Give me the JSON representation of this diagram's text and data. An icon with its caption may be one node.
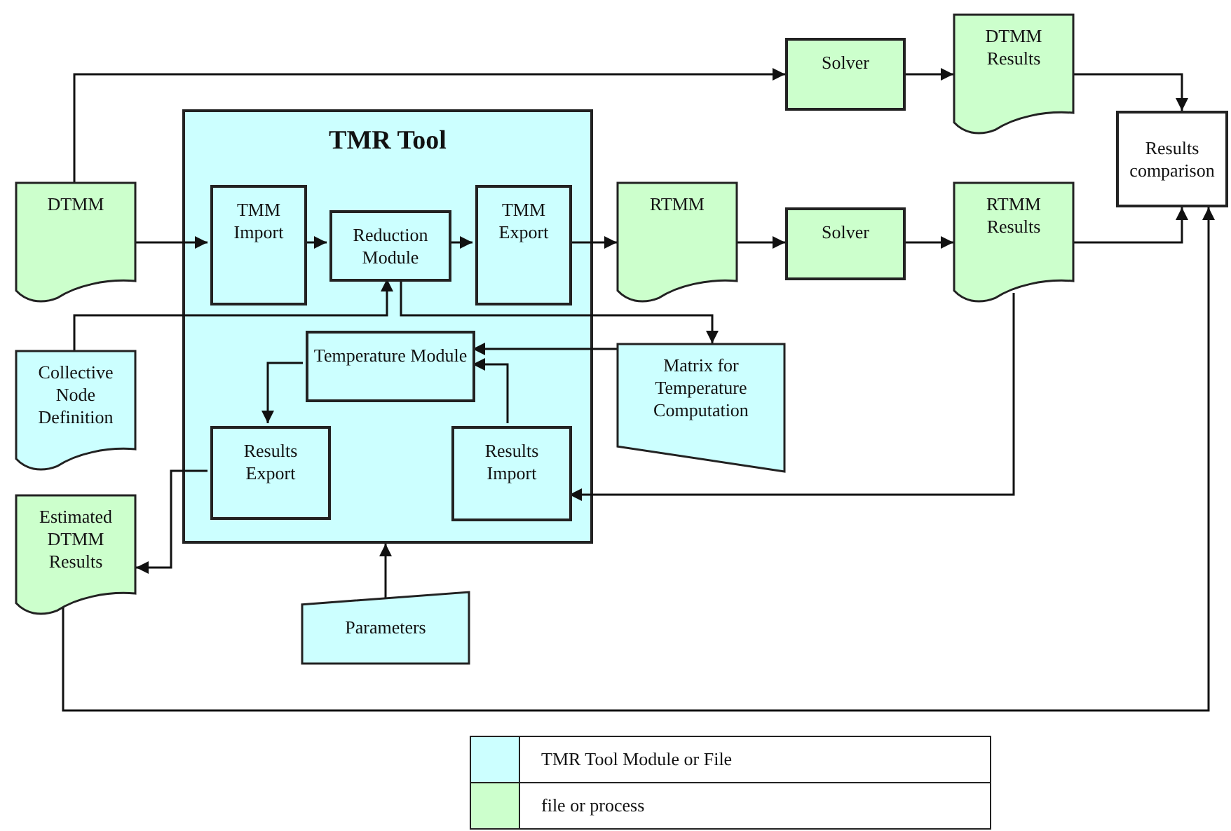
{
  "diagram": {
    "nodes": [
      {
        "text": [
          "TMR Tool"
        ]
      },
      {
        "text": [
          "DTMM"
        ]
      },
      {
        "text": [
          "TMM Import"
        ],
        "in": 0
      },
      {
        "text": [
          "Reduction Module"
        ],
        "in": 0
      },
      {
        "text": [
          "TMM Export"
        ],
        "in": 0
      },
      {
        "text": [
          "Temperature Module"
        ],
        "in": 0
      },
      {
        "text": [
          "Results Export"
        ],
        "in": 0
      },
      {
        "text": [
          "Results Import"
        ],
        "in": 0
      },
      {
        "text": [
          "Collective Node Definition"
        ]
      },
      {
        "text": [
          "Estimated DTMM Results"
        ]
      },
      {
        "text": [
          "Parameters"
        ]
      },
      {
        "text": [
          "RTMM"
        ]
      },
      {
        "text": [
          "Matrix for Temperature Computation"
        ]
      },
      {
        "text": [
          "Solver"
        ]
      },
      {
        "text": [
          "DTMM Results"
        ]
      },
      {
        "text": [
          "Solver"
        ]
      },
      {
        "text": [
          "RTMM Results"
        ]
      },
      {
        "text": [
          "Results comparison"
        ]
      }
    ],
    "edges": [
      {
        "from": 1,
        "to": 13,
        "arrow": "to"
      },
      {
        "from": 1,
        "to": 2,
        "arrow": "to"
      },
      {
        "from": 2,
        "to": 3,
        "arrow": "to"
      },
      {
        "from": 3,
        "to": 4,
        "arrow": "to"
      },
      {
        "from": 4,
        "to": 11,
        "arrow": "to"
      },
      {
        "from": 11,
        "to": 15,
        "arrow": "to"
      },
      {
        "from": 15,
        "to": 16,
        "arrow": "to"
      },
      {
        "from": 13,
        "to": 14,
        "arrow": "to"
      },
      {
        "from": 14,
        "to": 17,
        "arrow": "to"
      },
      {
        "from": 16,
        "to": 17,
        "arrow": "to"
      },
      {
        "from": 8,
        "to": 3,
        "arrow": "to"
      },
      {
        "from": 3,
        "to": 12,
        "arrow": "to"
      },
      {
        "from": 12,
        "to": 5,
        "arrow": "to"
      },
      {
        "from": 7,
        "to": 5,
        "arrow": "to"
      },
      {
        "from": 5,
        "to": 6,
        "arrow": "to"
      },
      {
        "from": 16,
        "to": 7,
        "arrow": "to"
      },
      {
        "from": 6,
        "to": 9,
        "arrow": "to"
      },
      {
        "from": 10,
        "to": 0,
        "arrow": "to"
      },
      {
        "from": 9,
        "to": 17,
        "arrow": "to"
      }
    ],
    "legend": [
      {
        "text": "TMR Tool Module or File",
        "color": "#ccffff"
      },
      {
        "text": "file or process",
        "color": "#ccffcc"
      }
    ]
  }
}
